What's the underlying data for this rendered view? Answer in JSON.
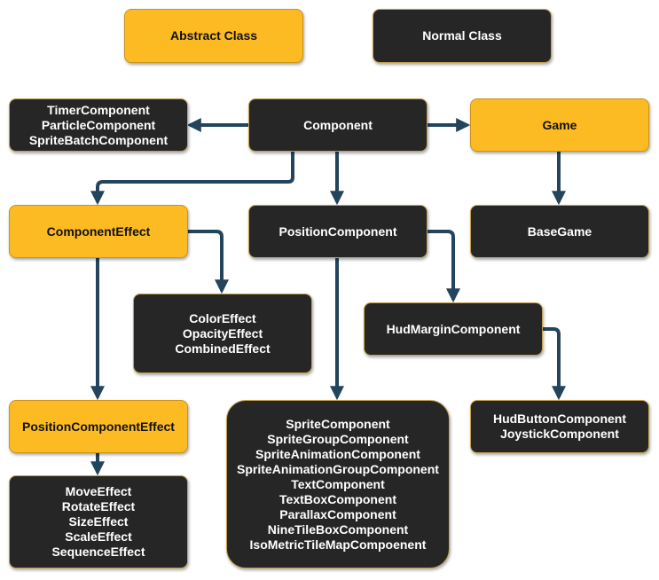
{
  "legend": {
    "abstract_label": "Abstract Class",
    "normal_label": "Normal Class"
  },
  "nodes": {
    "misc_components": [
      "TimerComponent",
      "ParticleComponent",
      "SpriteBatchComponent"
    ],
    "component": "Component",
    "game": "Game",
    "component_effect": "ComponentEffect",
    "position_component": "PositionComponent",
    "base_game": "BaseGame",
    "color_effects": [
      "ColorEffect",
      "OpacityEffect",
      "CombinedEffect"
    ],
    "hud_margin_component": "HudMarginComponent",
    "position_component_effect": "PositionComponentEffect",
    "position_component_subclasses": [
      "SpriteComponent",
      "SpriteGroupComponent",
      "SpriteAnimationComponent",
      "SpriteAnimationGroupComponent",
      "TextComponent",
      "TextBoxComponent",
      "ParallaxComponent",
      "NineTileBoxComponent",
      "IsoMetricTileMapCompoenent"
    ],
    "hud_subclasses": [
      "HudButtonComponent",
      "JoystickComponent"
    ],
    "position_effects": [
      "MoveEffect",
      "RotateEffect",
      "SizeEffect",
      "ScaleEffect",
      "SequenceEffect"
    ]
  },
  "colors": {
    "abstract_fill": "#fdbb23",
    "normal_fill": "#262626",
    "arrow": "#23445d"
  }
}
